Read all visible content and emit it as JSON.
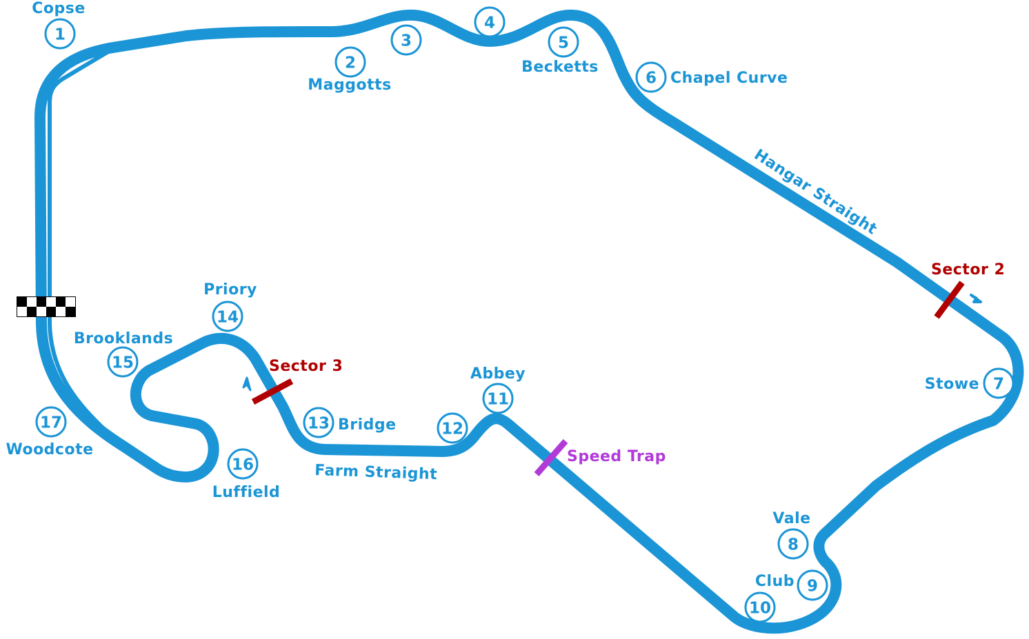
{
  "colors": {
    "track": "#1b95d6",
    "sector": "#b00000",
    "speed_trap": "#b23ad9",
    "background": "#ffffff"
  },
  "corners": [
    {
      "number": "1",
      "name": "Copse"
    },
    {
      "number": "2",
      "name": "Maggotts"
    },
    {
      "number": "3",
      "name": ""
    },
    {
      "number": "4",
      "name": ""
    },
    {
      "number": "5",
      "name": "Becketts"
    },
    {
      "number": "6",
      "name": "Chapel Curve"
    },
    {
      "number": "7",
      "name": "Stowe"
    },
    {
      "number": "8",
      "name": "Vale"
    },
    {
      "number": "9",
      "name": "Club"
    },
    {
      "number": "10",
      "name": ""
    },
    {
      "number": "11",
      "name": "Abbey"
    },
    {
      "number": "12",
      "name": ""
    },
    {
      "number": "13",
      "name": "Bridge"
    },
    {
      "number": "14",
      "name": "Priory"
    },
    {
      "number": "15",
      "name": "Brooklands"
    },
    {
      "number": "16",
      "name": "Luffield"
    },
    {
      "number": "17",
      "name": "Woodcote"
    }
  ],
  "straights": {
    "hangar": "Hangar Straight",
    "farm": "Farm Straight"
  },
  "markers": {
    "sector2": "Sector 2",
    "sector3": "Sector 3",
    "speed_trap": "Speed Trap"
  },
  "icons": {
    "start_finish": "checkered-flag-icon",
    "direction": "direction-arrow-icon"
  }
}
